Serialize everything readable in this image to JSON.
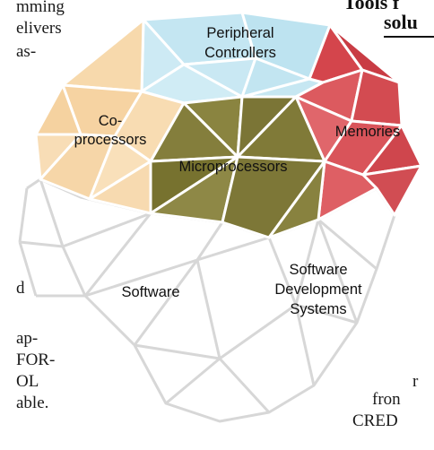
{
  "left_column": {
    "lines": [
      "mming",
      "elivers",
      "as-",
      "d",
      "ap-",
      "FOR-",
      "OL",
      "able."
    ]
  },
  "right_column": {
    "heading_line1": "Tools f",
    "heading_line2": "solu",
    "lines": [
      "r",
      "fron",
      "CRED"
    ]
  },
  "dome": {
    "segments": {
      "peripheral_line1": "Peripheral",
      "peripheral_line2": "Controllers",
      "coprocessors_line1": "Co-",
      "coprocessors_line2": "processors",
      "memories": "Memories",
      "microprocessors": "Microprocessors",
      "software": "Software",
      "software_dev_line1": "Software",
      "software_dev_line2": "Development",
      "software_dev_line3": "Systems"
    },
    "colors": {
      "peripheral": "#c4e6f2",
      "coprocessors": "#f6d6a8",
      "memories": "#d9545a",
      "microprocessors": "#7f7a3a",
      "frame": "#d7d7d7"
    }
  }
}
